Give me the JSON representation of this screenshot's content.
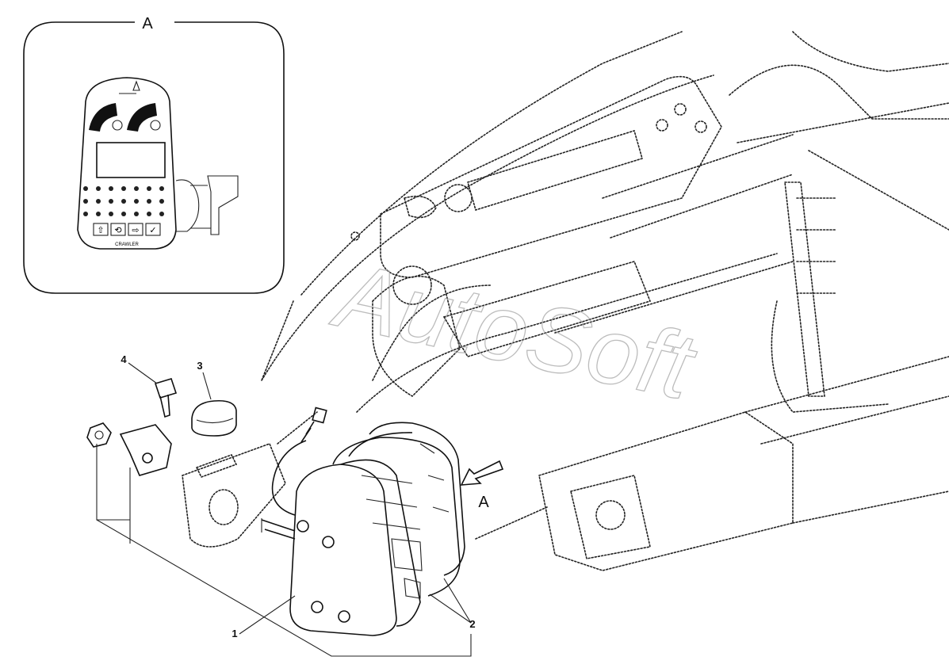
{
  "detail_view": {
    "label": "A",
    "keypad_symbols": [
      "⇧",
      "⟲",
      "⇨",
      "✓"
    ],
    "brand_text": "CRAWLER"
  },
  "callouts": {
    "part_1": "1",
    "part_2": "2",
    "part_3": "3",
    "part_4": "4"
  },
  "view_arrow_label": "A",
  "watermark": "AutoSoft",
  "colors": {
    "line": "#222222",
    "watermark": "#999999",
    "background": "#ffffff"
  }
}
